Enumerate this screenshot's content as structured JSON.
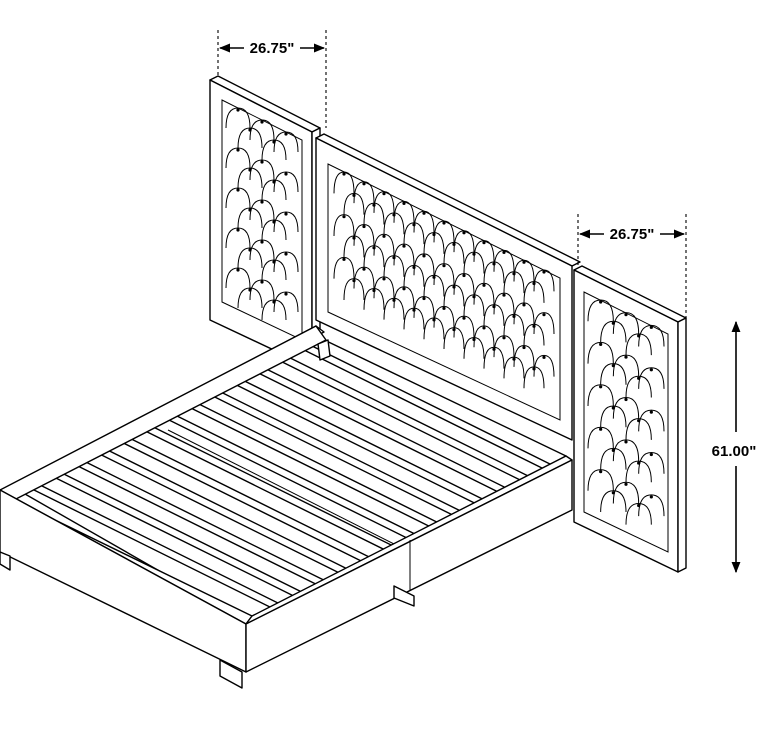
{
  "dimensions": {
    "side_panel_left_width": "26.75\"",
    "side_panel_right_width": "26.75\"",
    "headboard_height": "61.00\""
  }
}
